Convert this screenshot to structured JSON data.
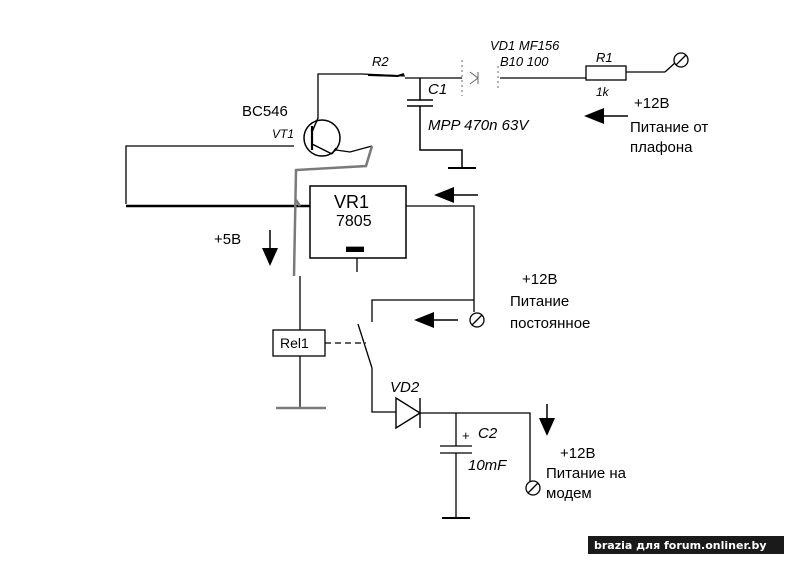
{
  "components": {
    "vt1_model": "BC546",
    "vt1_ref": "VT1",
    "r2_ref": "R2",
    "c1_ref": "C1",
    "c1_value": "MPP 470n 63V",
    "vd1_ref": "VD1 MF156",
    "vd1_value": "B10  100",
    "r1_ref": "R1",
    "r1_value": "1k",
    "vr1_ref": "VR1",
    "vr1_value": "7805",
    "rel1_ref": "Rel1",
    "vd2_ref": "VD2",
    "c2_ref": "C2",
    "c2_value": "10mF",
    "c2_plus": "+",
    "vr1_minus": "▬"
  },
  "inputs": {
    "ceiling": {
      "voltage": "+12В",
      "line1": "Питание от",
      "line2": "плафона"
    },
    "constant": {
      "voltage": "+12В",
      "line1": "Питание",
      "line2": "постоянное"
    },
    "out5v": "+5В"
  },
  "output": {
    "voltage": "+12В",
    "line1": "Питание на",
    "line2": "модем"
  },
  "watermark": "brazia для forum.onliner.by",
  "colors": {
    "line": "#000000",
    "watermark_bg": "#1a1a1a",
    "watermark_text": "#ffffff",
    "gray_wire": "#7a7a7a"
  }
}
